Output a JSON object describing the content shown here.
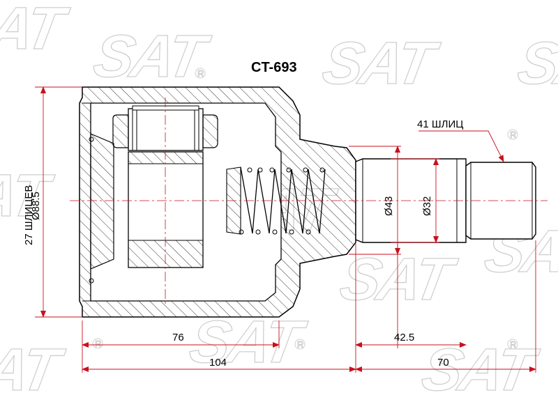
{
  "title": "CT-693",
  "watermark": {
    "brand": "SAT",
    "registered_mark": "R"
  },
  "labels": {
    "spline_outer": "41 ШЛИЦ",
    "spline_inner": "27 ШЛИЦЕВ",
    "diameter_housing": "Ø88.5",
    "diameter_stem": "Ø43",
    "diameter_shaft": "Ø32"
  },
  "dimensions": {
    "inner_length": "76",
    "total_housing_length": "104",
    "stem_length": "42.5",
    "shaft_length": "70"
  },
  "colors": {
    "line": "#000000",
    "dimension": "#c8101e",
    "hatch": "#000000",
    "watermark": "#cfcfcf"
  }
}
